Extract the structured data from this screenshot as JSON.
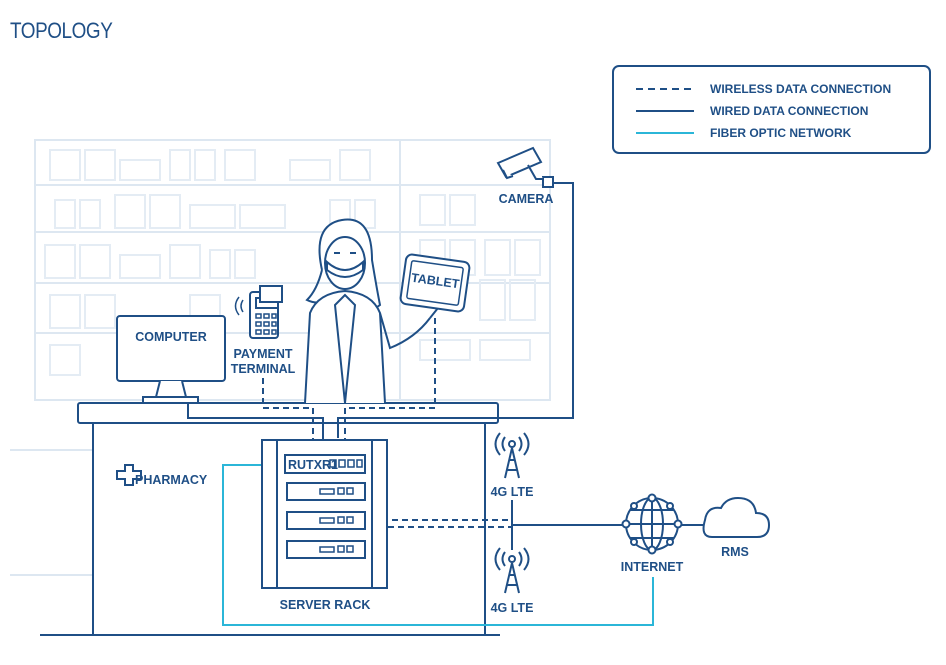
{
  "title": "TOPOLOGY",
  "legend": {
    "wireless": "WIRELESS DATA CONNECTION",
    "wired": "WIRED DATA CONNECTION",
    "fiber": "FIBER OPTIC NETWORK"
  },
  "labels": {
    "camera": "CAMERA",
    "tablet": "TABLET",
    "computer": "COMPUTER",
    "payment_line1": "PAYMENT",
    "payment_line2": "TERMINAL",
    "pharmacy": "PHARMACY",
    "router": "RUTXR1",
    "server_rack": "SERVER RACK",
    "lte_top": "4G LTE",
    "lte_bottom": "4G LTE",
    "internet": "INTERNET",
    "rms": "RMS"
  },
  "colors": {
    "primary": "#1f4f86",
    "fiber": "#2bb6d8",
    "faint": "#dde7f1"
  }
}
